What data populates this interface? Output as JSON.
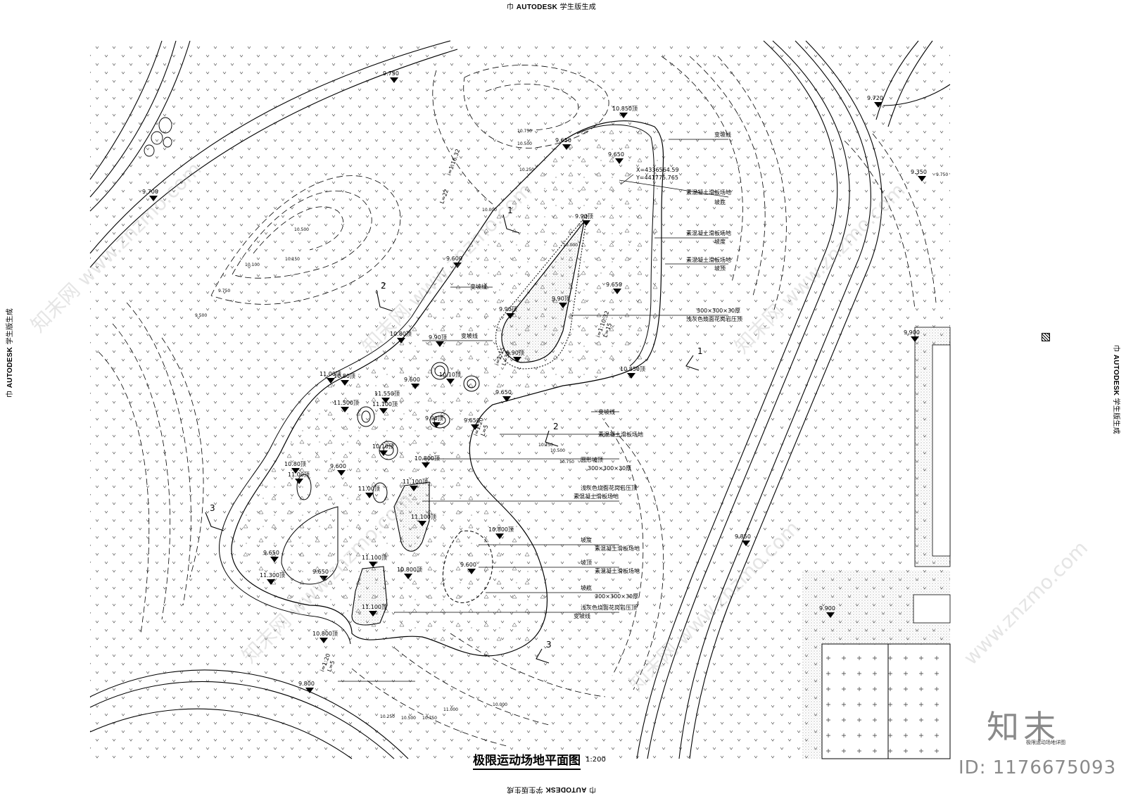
{
  "stamps": {
    "prefix": "巾 ",
    "brand": "AUTODESK",
    "suffix": " 学生版生成"
  },
  "title": "极限运动场地平面图",
  "scale": "1:200",
  "watermark": {
    "brand_cn": "知末",
    "id": "ID: 1176675093",
    "site": "www.znzmo.com",
    "tag": "知末网"
  },
  "detail_note": "极限运动场地详图",
  "elevations": [
    {
      "text": "9.750"
    },
    {
      "text": "9.700"
    },
    {
      "text": "9.720"
    },
    {
      "text": "9.350"
    },
    {
      "text": "10.850顶"
    },
    {
      "text": "9.650"
    },
    {
      "text": "9.650"
    },
    {
      "text": "9.90顶"
    },
    {
      "text": "9.650"
    },
    {
      "text": "9.90顶"
    },
    {
      "text": "9.90顶"
    },
    {
      "text": "9.90顶"
    },
    {
      "text": "10.850顶"
    },
    {
      "text": "9.600"
    },
    {
      "text": "10.80顶"
    },
    {
      "text": "9.90顶"
    },
    {
      "text": "10.80顶"
    },
    {
      "text": "10.10顶"
    },
    {
      "text": "11.00顶"
    },
    {
      "text": "9.600"
    },
    {
      "text": "11.550顶"
    },
    {
      "text": "9.650"
    },
    {
      "text": "11.500顶"
    },
    {
      "text": "11.100顶"
    },
    {
      "text": "9.90顶"
    },
    {
      "text": "9.650"
    },
    {
      "text": "10.10顶"
    },
    {
      "text": "10.800顶"
    },
    {
      "text": "10.80顶"
    },
    {
      "text": "11.00顶"
    },
    {
      "text": "9.600"
    },
    {
      "text": "11.00顶"
    },
    {
      "text": "11.100顶"
    },
    {
      "text": "11.100顶"
    },
    {
      "text": "10.800顶"
    },
    {
      "text": "9.650"
    },
    {
      "text": "9.650"
    },
    {
      "text": "11.300顶"
    },
    {
      "text": "11.100顶"
    },
    {
      "text": "10.800顶"
    },
    {
      "text": "9.600"
    },
    {
      "text": "11.100顶"
    },
    {
      "text": "10.800顶"
    },
    {
      "text": "9.800"
    },
    {
      "text": "9.850"
    },
    {
      "text": "9.900"
    },
    {
      "text": "9.900"
    }
  ],
  "callouts": [
    "变坡线",
    "素混凝土滑板场地",
    "坡底",
    "素混凝土滑板场地",
    "坡度",
    "素混凝土滑板场地",
    "坡顶",
    "300×300×30厚",
    "浅灰色烧面花岗岩压顶",
    "变坡线",
    "变坡线",
    "变坡线",
    "素混凝土滑板场地",
    "圆形坡顶",
    "300×300×30厚",
    "浅灰色烧面花岗岩压顶",
    "素混凝土滑板场地",
    "坡度",
    "素混凝土滑板场地",
    "坡顶",
    "素混凝土滑板场地",
    "坡底",
    "300×300×30厚",
    "浅灰色烧面花岗岩压顶",
    "变坡线"
  ],
  "coord": {
    "x": "X=4336564.59",
    "y": "Y=441775.765"
  },
  "contour_labels": [
    "10.750",
    "10.500",
    "10.250",
    "10.000",
    "10.500",
    "10.150",
    "10.100",
    "9.750",
    "9.500",
    "10.000",
    "10.250",
    "10.500",
    "10.750",
    "10.000",
    "10.250",
    "10.500",
    "10.750",
    "11.000",
    "9.750"
  ],
  "slopes": [
    "i=1:16.32",
    "L=22",
    "i=1:10.32",
    "L=15",
    "i=1:15",
    "L=32",
    "i=1:20",
    "L=5",
    "i=1:20",
    "L=5"
  ],
  "section_marks": [
    "1",
    "2",
    "3",
    "1",
    "2",
    "3"
  ]
}
